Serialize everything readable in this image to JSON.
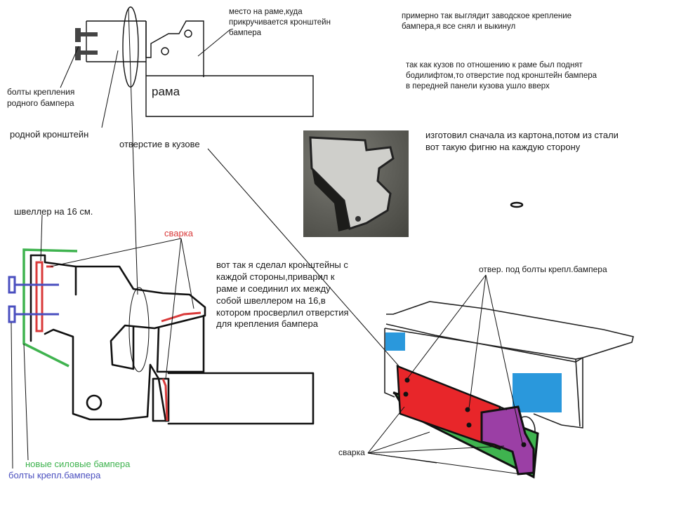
{
  "labels": {
    "frame_attach_place": "место на раме,куда\nприкручивается кронштейн\nбампера",
    "factory_mount": "примерно так выглядит заводское крепление\nбампера,я все снял и выкинул",
    "body_lift": "так как кузов по отношению к раме был поднят\nбодилифтом,то отверстие под кронштейн бампера\nв передней панели кузова ушло вверх",
    "native_bolts": "болты крепления\nродного бампера",
    "frame": "рама",
    "native_bracket": "родной кронштейн",
    "body_hole": "отверстие в кузове",
    "cardboard": "изготовил сначала из картона,потом из стали\nвот такую фигню на каждую сторону",
    "channel": "швеллер на 16 см.",
    "weld_top": "сварка",
    "made_brackets": "вот так я сделал кронштейны с\nкаждой стороны,приварил к\nраме и соединил их между\nсобой швеллером на 16,в\nкотором просверлил отверстия\nдля крепления бампера",
    "bumper_holes": "отвер. под болты крепл.бампера",
    "weld_bottom": "сварка",
    "new_bumpers": "новые силовые бампера",
    "bumper_bolts": "болты крепл.бампера"
  },
  "colors": {
    "weld_red": "#d93a3a",
    "bumper_green": "#3fb34f",
    "bolt_blue": "#4a4fbf",
    "accent_red": "#e8262a",
    "accent_purple": "#9b3fa5",
    "accent_cyan": "#2a98dc"
  }
}
